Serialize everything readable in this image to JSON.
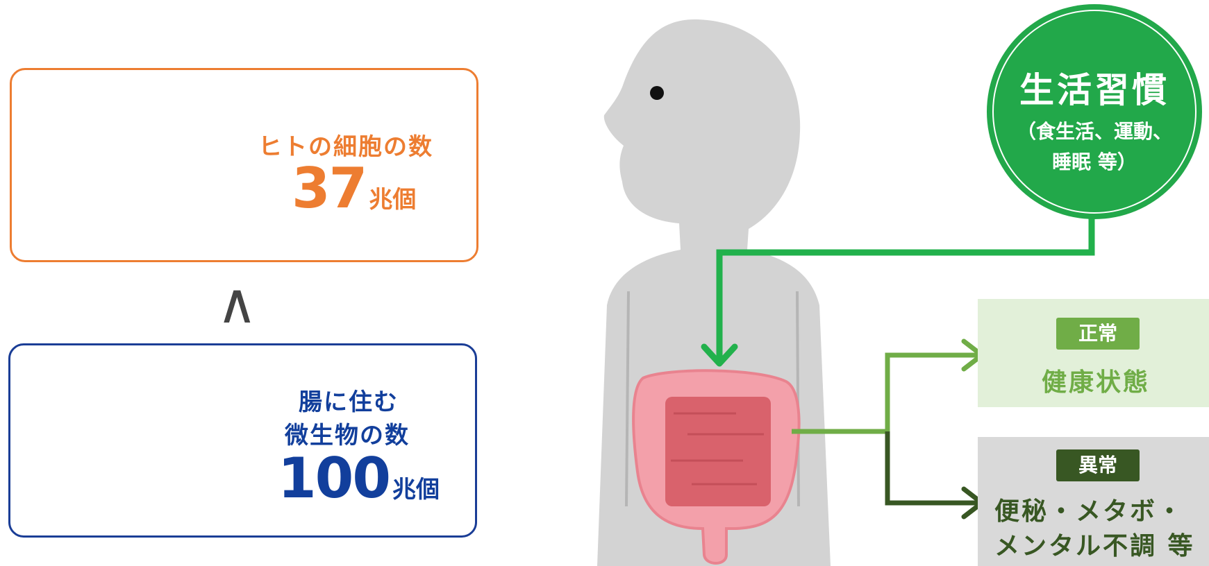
{
  "human_cells": {
    "label": "ヒトの細胞の数",
    "number": "37",
    "unit": "兆個"
  },
  "comparison": {
    "symbol": "∧"
  },
  "gut_microbes": {
    "label_line1": "腸に住む",
    "label_line2": "微生物の数",
    "number": "100",
    "unit": "兆個"
  },
  "lifestyle": {
    "title": "生活習慣",
    "sub_line1": "（食生活、運動、",
    "sub_line2": "睡眠 等）"
  },
  "outcomes": {
    "normal": {
      "tag": "正常",
      "text": "健康状態"
    },
    "abnormal": {
      "tag": "異常",
      "line1": "便秘・メタボ・",
      "line2": "メンタル不調 等"
    }
  },
  "colors": {
    "orange": "#ed7d31",
    "blue": "#123f9c",
    "green": "#22a84a",
    "light_green": "#70ad47",
    "dark_green": "#385723"
  }
}
